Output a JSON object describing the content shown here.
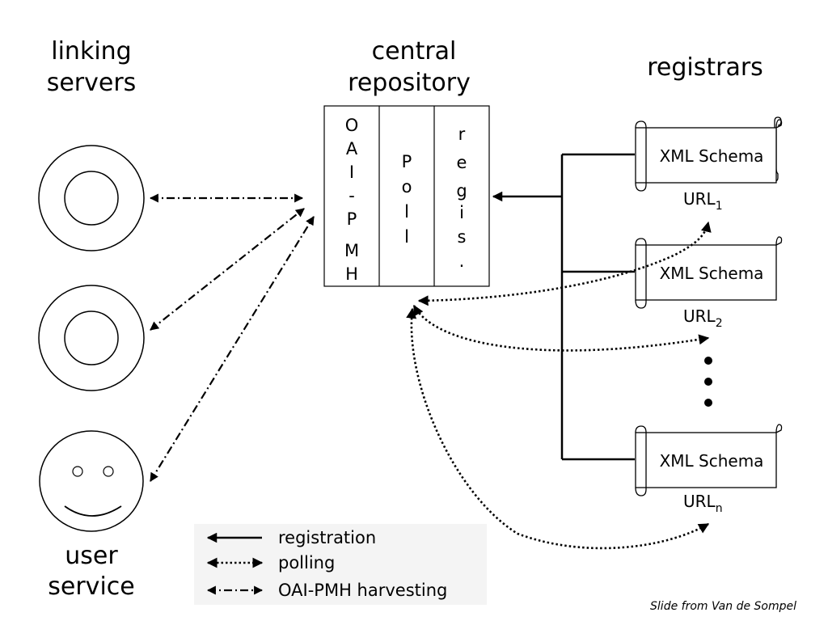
{
  "headings": {
    "linking_servers": [
      "linking",
      "servers"
    ],
    "central_repository": [
      "central",
      "repository"
    ],
    "registrars": "registrars",
    "user_service": [
      "user",
      "service"
    ]
  },
  "repository_columns": [
    {
      "name": "oai-pmh",
      "letters": [
        "O",
        "A",
        "I",
        "-",
        "P",
        "M",
        "H"
      ]
    },
    {
      "name": "poll",
      "letters": [
        "P",
        "o",
        "l",
        "l"
      ]
    },
    {
      "name": "regis",
      "letters": [
        "r",
        "e",
        "g",
        "i",
        "s",
        "."
      ]
    }
  ],
  "registrar_items": [
    {
      "schema": "XML Schema",
      "url": "URL",
      "sub": "1"
    },
    {
      "schema": "XML Schema",
      "url": "URL",
      "sub": "2"
    },
    {
      "schema": "XML Schema",
      "url": "URL",
      "sub": "n"
    }
  ],
  "ellipsis_dots": 3,
  "legend": [
    {
      "style": "solid",
      "label": "registration"
    },
    {
      "style": "dotted",
      "label": "polling"
    },
    {
      "style": "dashdot",
      "label": "OAI-PMH harvesting"
    }
  ],
  "credit": "Slide from Van de Sompel"
}
